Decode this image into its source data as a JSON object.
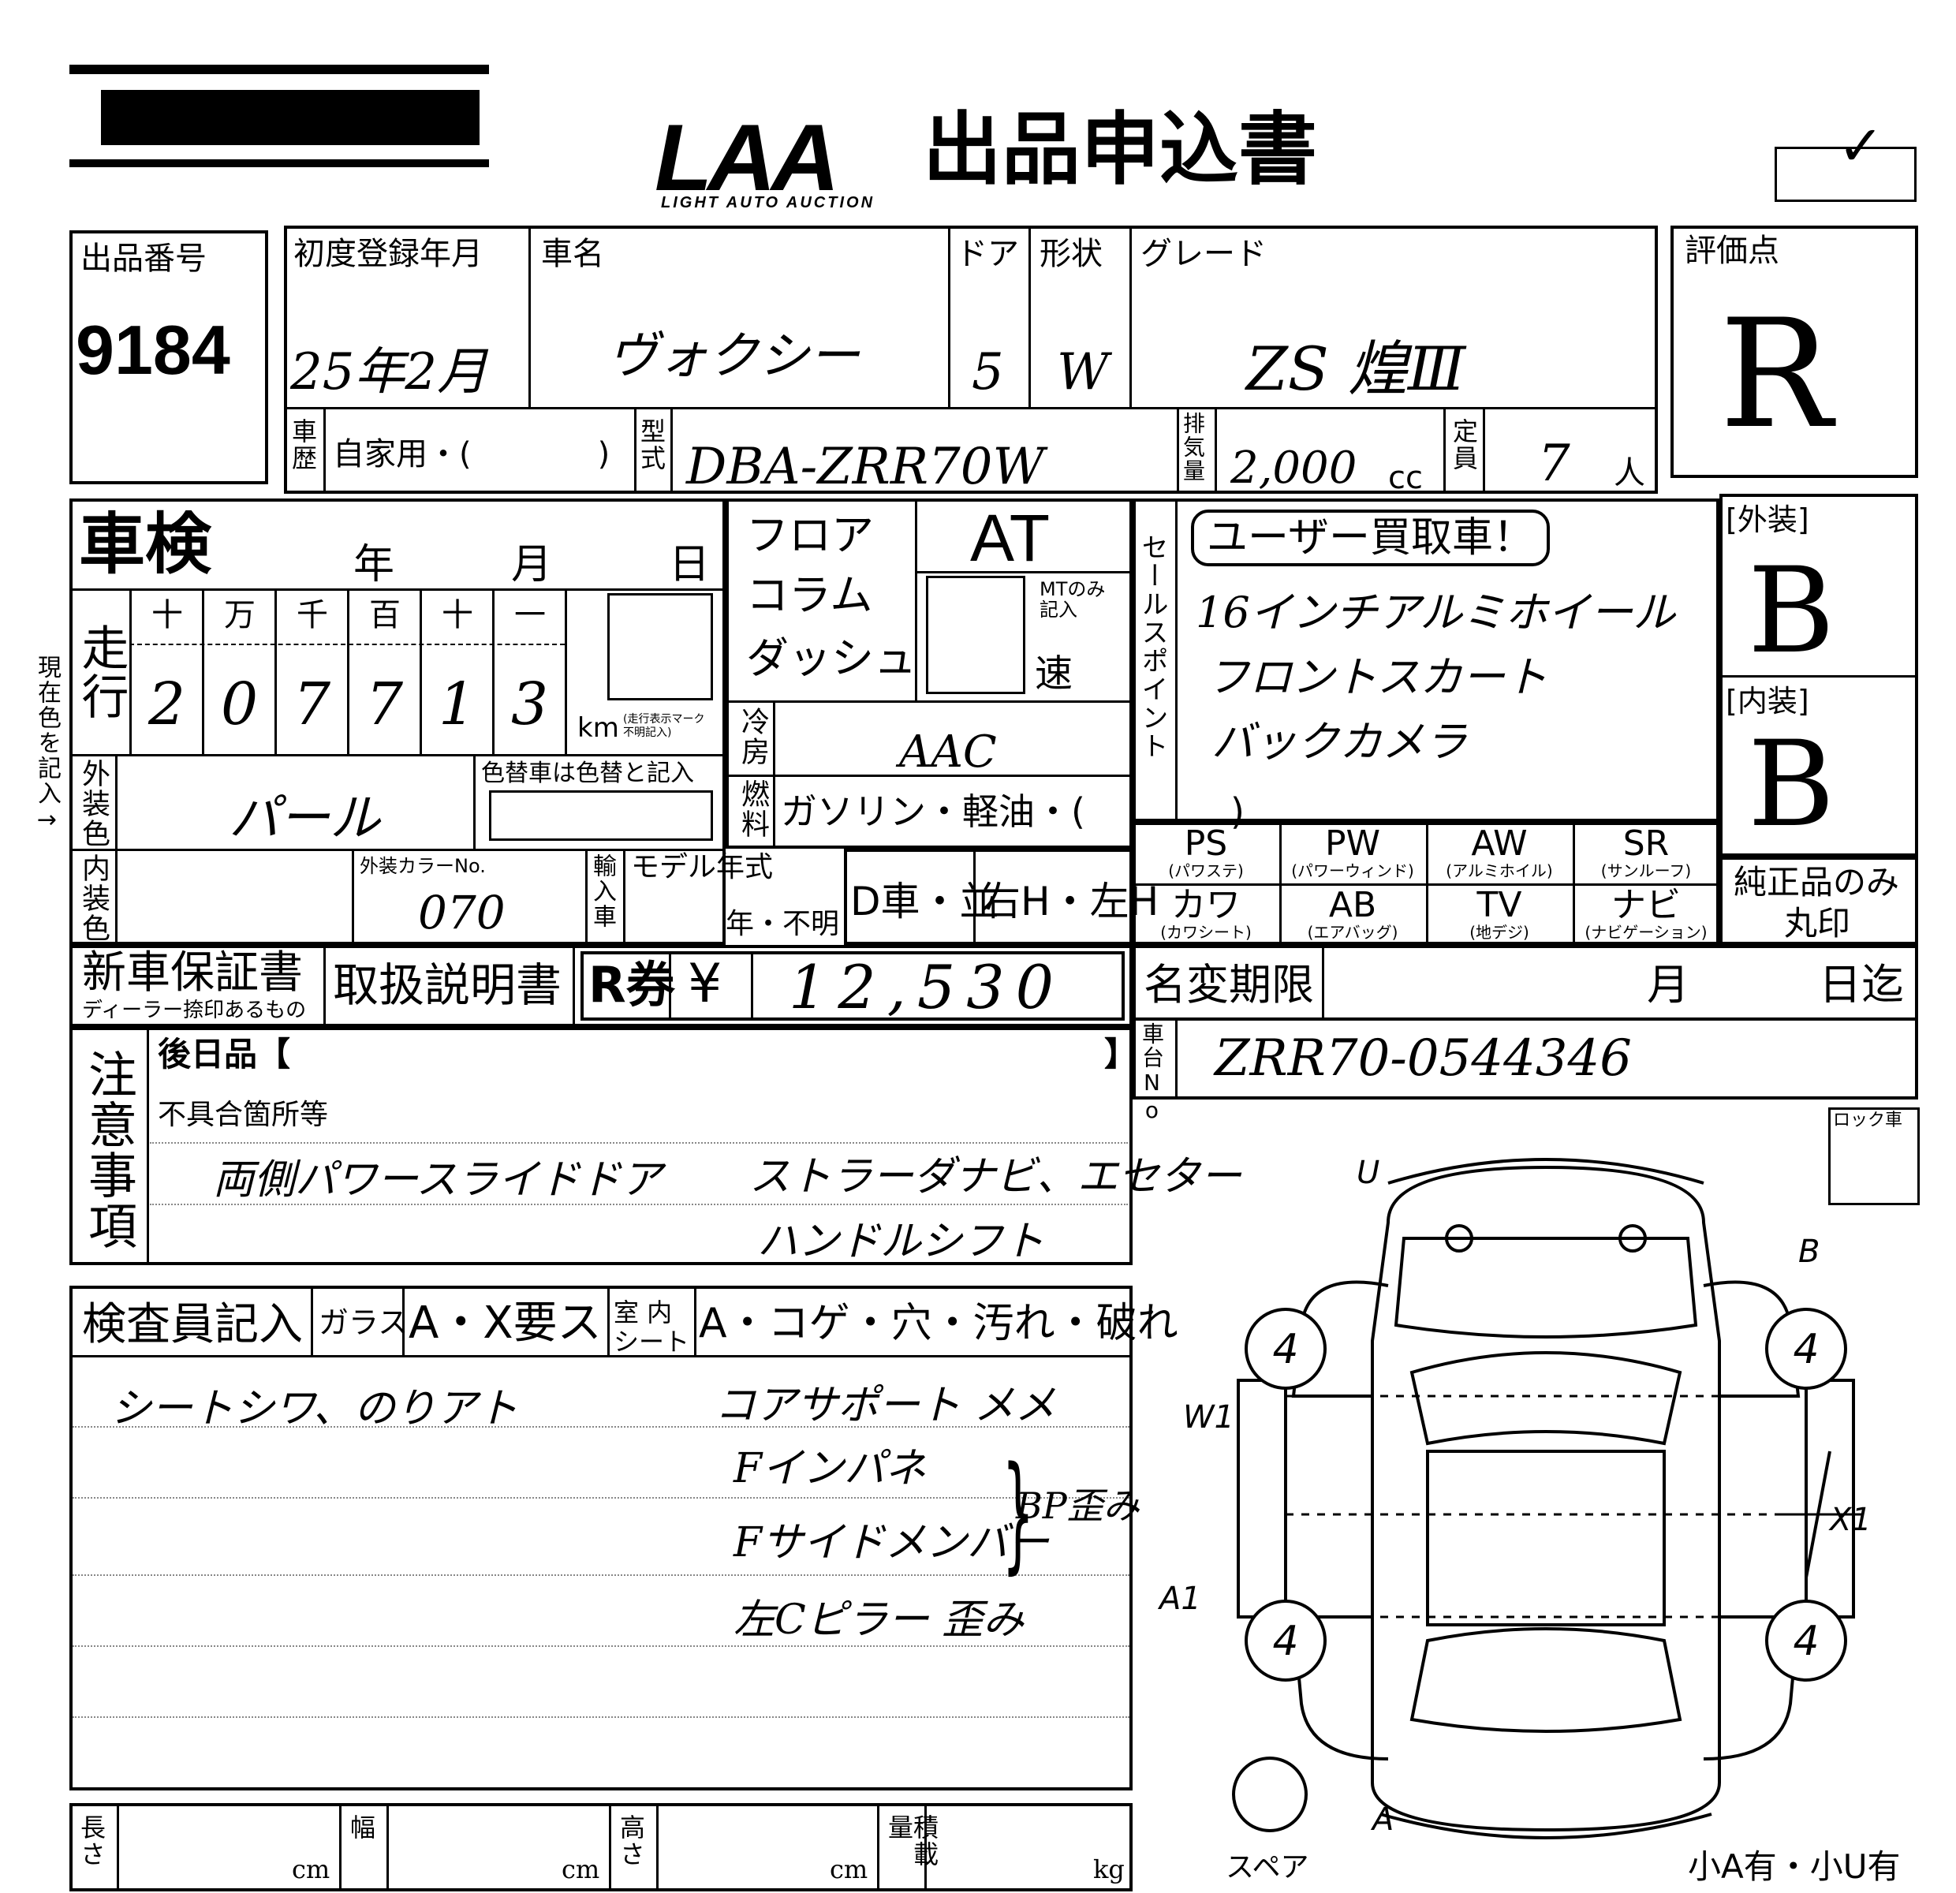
{
  "header": {
    "logo_text": "LAA",
    "logo_sub": "LIGHT AUTO AUCTION",
    "title": "出品申込書",
    "check_mark": "✓"
  },
  "lot": {
    "label": "出品番号",
    "number": "9184"
  },
  "first_reg": {
    "label": "初度登録年月",
    "value": "25年2月"
  },
  "car_name": {
    "label": "車名",
    "value": "ヴォクシー"
  },
  "door": {
    "label": "ドア",
    "value": "5"
  },
  "shape": {
    "label": "形状",
    "value": "W"
  },
  "grade": {
    "label": "グレード",
    "value": "ZS 煌Ⅲ"
  },
  "score": {
    "label": "評価点",
    "value": "R"
  },
  "history": {
    "label": "車歴",
    "value": "自家用・(　　　　)"
  },
  "model_code": {
    "label": "型式",
    "value": "DBA-ZRR70W"
  },
  "displacement": {
    "label": "排気量",
    "value": "2,000",
    "unit": "cc"
  },
  "capacity": {
    "label": "定員",
    "value": "7",
    "unit": "人"
  },
  "shaken": {
    "label": "車検",
    "year": "年",
    "month": "月",
    "day": "日"
  },
  "mileage": {
    "label": "走行",
    "digit_labels": [
      "十",
      "万",
      "千",
      "百",
      "十",
      "一"
    ],
    "digits": [
      "2",
      "0",
      "7",
      "7",
      "1",
      "3"
    ],
    "unit": "km",
    "unit_note": "(走行表示マーク\n不明記入)"
  },
  "shift": {
    "floor": "フロア",
    "column": "コラム",
    "dash": "ダッシュ",
    "value": "AT",
    "mt_note": "MTのみ記入",
    "speed": "速"
  },
  "color_note": "現在色を記入→",
  "ext_color": {
    "label": "外装色",
    "value": "パール",
    "repaint_note": "色替車は色替と記入"
  },
  "ac": {
    "label": "冷房",
    "value": "AAC"
  },
  "fuel": {
    "label": "燃料",
    "value": "ガソリン・軽油・(　　　　)"
  },
  "sales_point": {
    "label": "セールスポイント",
    "badge": "ユーザー買取車！",
    "lines": [
      "16インチアルミホイール",
      "フロントスカート",
      "バックカメラ"
    ]
  },
  "exterior_grade": {
    "label": "[外装]",
    "value": "B"
  },
  "interior_grade": {
    "label": "[内装]",
    "value": "B"
  },
  "int_color": {
    "label": "内装色",
    "color_no_label": "外装カラーNo.",
    "color_no": "070"
  },
  "import": {
    "label": "輸入車",
    "model_year_label": "モデル年式",
    "model_year_opts": "年・不明"
  },
  "dealer": {
    "value": "D車・並"
  },
  "handle": {
    "value": "右H・左H"
  },
  "options": [
    {
      "code": "PS",
      "sub": "(パワステ)"
    },
    {
      "code": "PW",
      "sub": "(パワーウィンド)"
    },
    {
      "code": "AW",
      "sub": "(アルミホイル)"
    },
    {
      "code": "SR",
      "sub": "(サンルーフ)"
    },
    {
      "code": "カワ",
      "sub": "(カワシート)"
    },
    {
      "code": "AB",
      "sub": "(エアバッグ)"
    },
    {
      "code": "TV",
      "sub": "(地デジ)"
    },
    {
      "code": "ナビ",
      "sub": "(ナビゲーション)"
    }
  ],
  "genuine": {
    "line1": "純正品のみ",
    "line2": "丸印"
  },
  "warranty": {
    "label": "新車保証書",
    "sub": "ディーラー捺印あるもの"
  },
  "manual": {
    "label": "取扱説明書"
  },
  "recycle": {
    "label": "R券",
    "yen": "¥",
    "value": "12,530"
  },
  "name_change": {
    "label": "名変期限",
    "month": "月",
    "day": "日迄"
  },
  "chassis": {
    "label": "車台No.",
    "value": "ZRR70-0544346"
  },
  "notes": {
    "label": "注意事項",
    "later": "後日品【",
    "later_close": "】",
    "defects_label": "不具合箇所等",
    "line1_left": "両側パワースライドドア",
    "line1_right": "ストラーダナビ、エセター",
    "line2_right": "ハンドルシフト"
  },
  "inspector": {
    "label": "検査員記入",
    "glass_label": "ガラス",
    "glass_opts": "A・X要ス",
    "seat_label": "室内シート",
    "seat_opts": "A・コゲ・穴・汚れ・破れ",
    "comment_left": "シートシワ、のりアト",
    "comments_right": [
      "コアサポート メメ",
      "Fインパネ",
      "Fサイドメンバー",
      "左Cピラー 歪み"
    ],
    "brace_note": "BP歪み"
  },
  "lock_label": "ロック車",
  "diagram": {
    "tires": [
      "4",
      "4",
      "4",
      "4"
    ],
    "marks": [
      "W1",
      "A1",
      "U",
      "B",
      "A",
      "X1"
    ],
    "spare": "スペア",
    "footnote": "小A有・小U有"
  },
  "dimensions": {
    "length": "長さ",
    "width": "幅",
    "height": "高さ",
    "load": "積載量",
    "cm": "cm",
    "kg": "kg"
  }
}
